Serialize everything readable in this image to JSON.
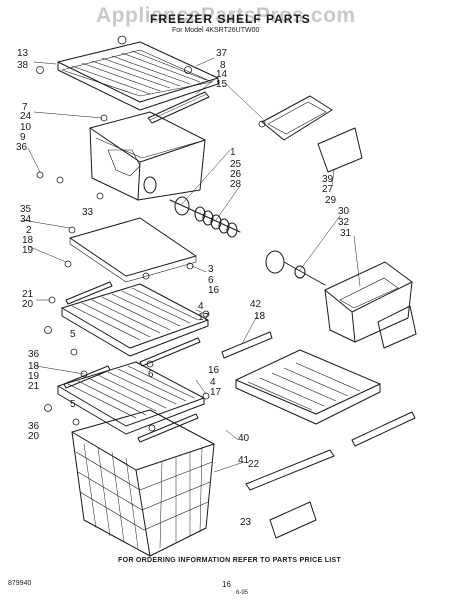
{
  "watermark": "AppliancePartsPros.com",
  "title": "FREEZER SHELF PARTS",
  "model": "For Model 4KSRT26UTW00",
  "footer_note": "FOR ORDERING INFORMATION REFER TO PARTS PRICE LIST",
  "figure_code": "879940",
  "page_number": "16",
  "pen_mark": "6-95",
  "callouts": [
    "13",
    "38",
    "37",
    "8",
    "14",
    "15",
    "7",
    "24",
    "10",
    "9",
    "36",
    "1",
    "25",
    "26",
    "28",
    "39",
    "27",
    "29",
    "30",
    "32",
    "31",
    "35",
    "34",
    "33",
    "2",
    "18",
    "19",
    "3",
    "6",
    "16",
    "21",
    "20",
    "42",
    "4",
    "17",
    "18",
    "5",
    "36",
    "18",
    "19",
    "21",
    "6",
    "16",
    "4",
    "17",
    "5",
    "36",
    "20",
    "40",
    "22",
    "41",
    "23"
  ]
}
